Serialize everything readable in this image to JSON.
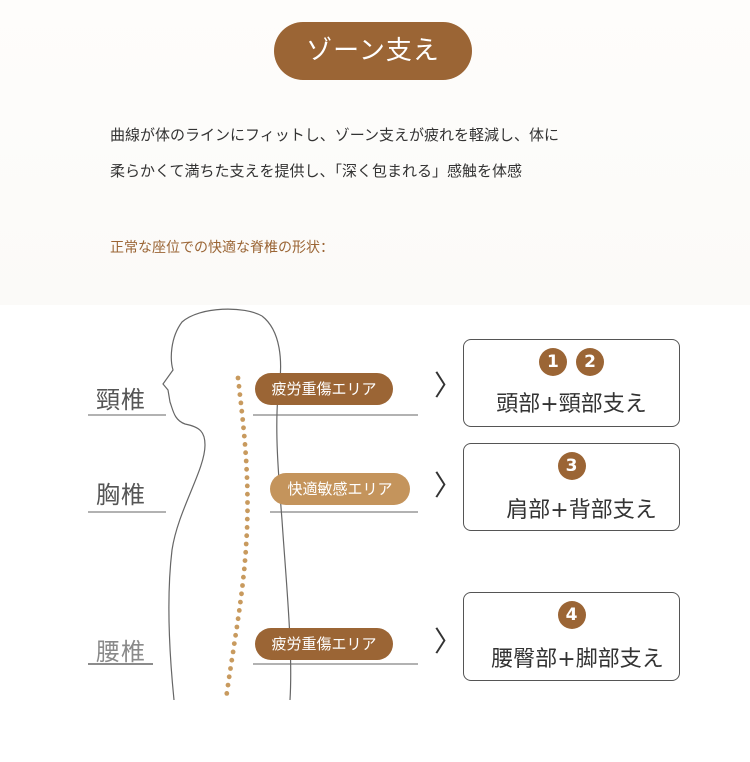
{
  "title": "ゾーン支え",
  "intro": {
    "line1": "曲線が体のラインにフィットし、ゾーン支えが疲れを軽減し、体に",
    "line2": "柔らかくて満ちた支えを提供し、「深く包まれる」感触を体感"
  },
  "subheading": "正常な座位での快適な脊椎の形状：",
  "regions": [
    {
      "label": "頸椎",
      "zone": "疲労重傷エリア",
      "badges": [
        "1",
        "2"
      ],
      "support": "頭部+頸部支え"
    },
    {
      "label": "胸椎",
      "zone": "快適敏感エリア",
      "badges": [
        "3"
      ],
      "support": "肩部+背部支え"
    },
    {
      "label": "腰椎",
      "zone": "疲労重傷エリア",
      "badges": [
        "4"
      ],
      "support": "腰臀部+脚部支え"
    }
  ],
  "arrow_glyph": "〉",
  "colors": {
    "brand": "#9b6535",
    "brand_light": "#c4945c",
    "dots": "#c89a5e"
  }
}
